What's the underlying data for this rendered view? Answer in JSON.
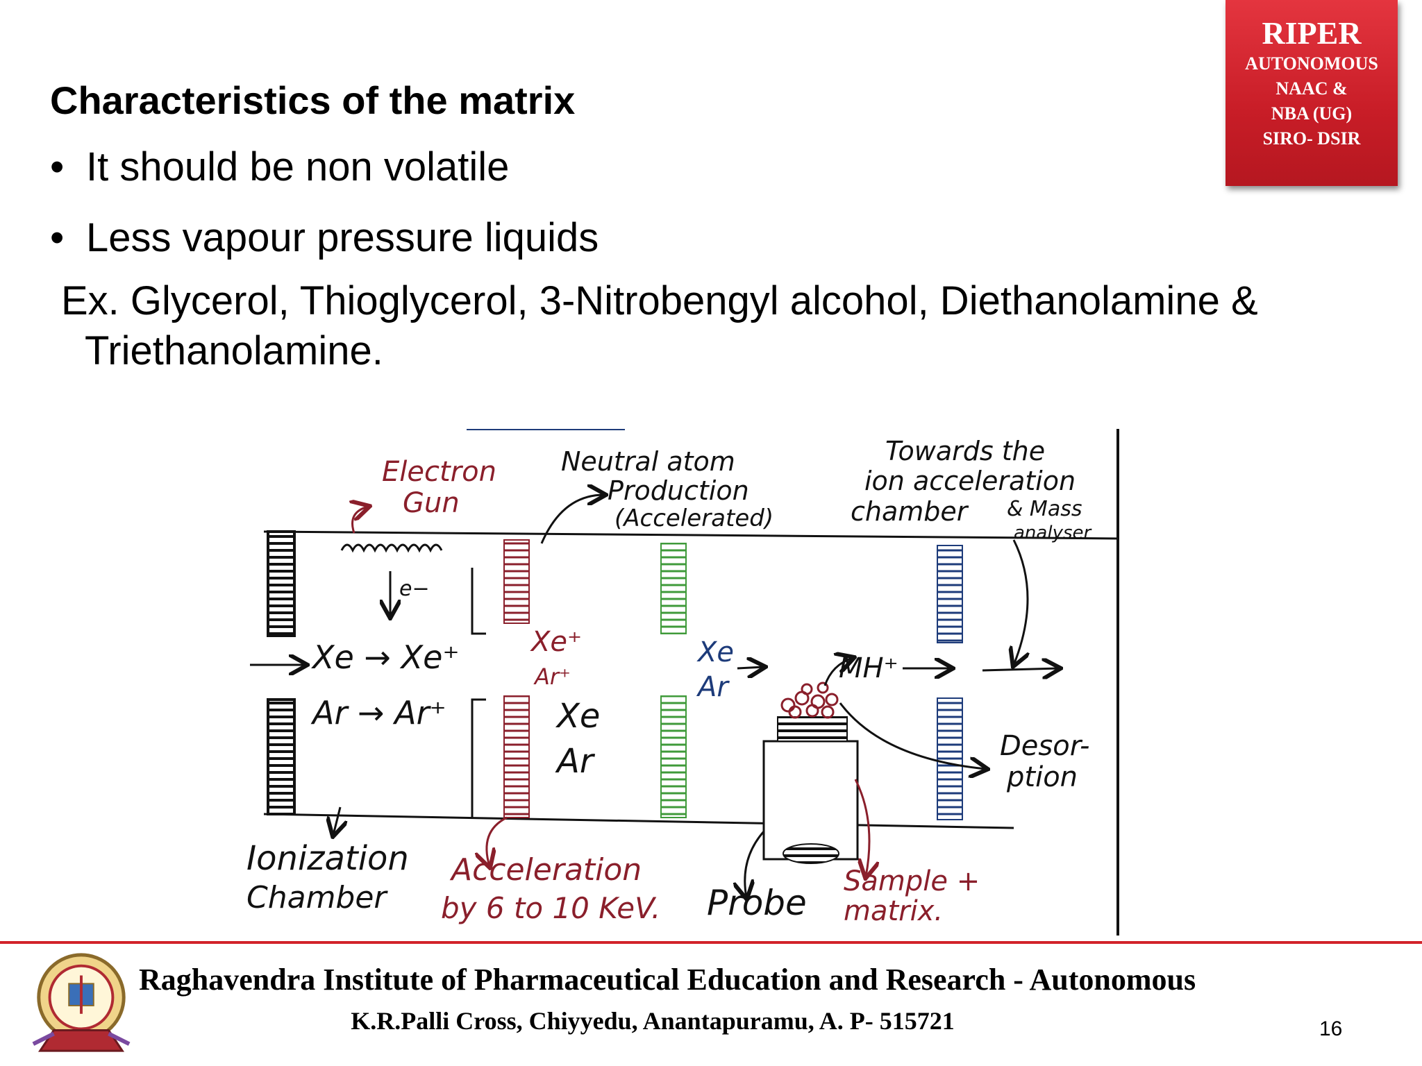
{
  "badge": {
    "title": "RIPER",
    "lines": [
      "AUTONOMOUS",
      "NAAC &",
      "NBA (UG)",
      "SIRO- DSIR"
    ]
  },
  "slide": {
    "heading": "Characteristics of the matrix",
    "bullets": [
      "It should be non volatile",
      "Less vapour pressure liquids"
    ],
    "example_line1": "Ex. Glycerol, Thioglycerol, 3-Nitrobengyl alcohol, Diethanolamine &",
    "example_line2": "Triethanolamine."
  },
  "diagram": {
    "electron_gun_1": "Electron",
    "electron_gun_2": "Gun",
    "neutral_1": "Neutral atom",
    "neutral_2": "Production",
    "neutral_3": "(Accelerated)",
    "towards_1": "Towards the",
    "towards_2": "ion acceleration",
    "towards_3": "chamber",
    "towards_4": "& Mass",
    "towards_5": "analyser",
    "e_minus": "e−",
    "xe_ion": "Xe → Xe⁺",
    "ar_ion": "Ar → Ar⁺",
    "xe_fast": "Xe⁺",
    "ar_fast": "Ar⁺",
    "xe_neutral": "Xe",
    "ar_neutral": "Ar",
    "xe_mid": "Xe",
    "ar_mid": "Ar",
    "mh_ion": "MH⁺",
    "desorption_1": "Desor-",
    "desorption_2": "ption",
    "ionization_1": "Ionization",
    "ionization_2": "Chamber",
    "acceleration_1": "Acceleration",
    "acceleration_2": "by 6 to 10 KeV.",
    "probe": "Probe",
    "sample_1": "Sample +",
    "sample_2": "matrix."
  },
  "footer": {
    "institution": "Raghavendra Institute of Pharmaceutical Education and Research - Autonomous",
    "address": "K.R.Palli Cross, Chiyyedu, Anantapuramu, A. P- 515721",
    "page_number": "16"
  },
  "colors": {
    "accent_red": "#d2232a",
    "maroon": "#8a1f2b",
    "green": "#3f9a3a",
    "navy": "#1d3b7a"
  }
}
